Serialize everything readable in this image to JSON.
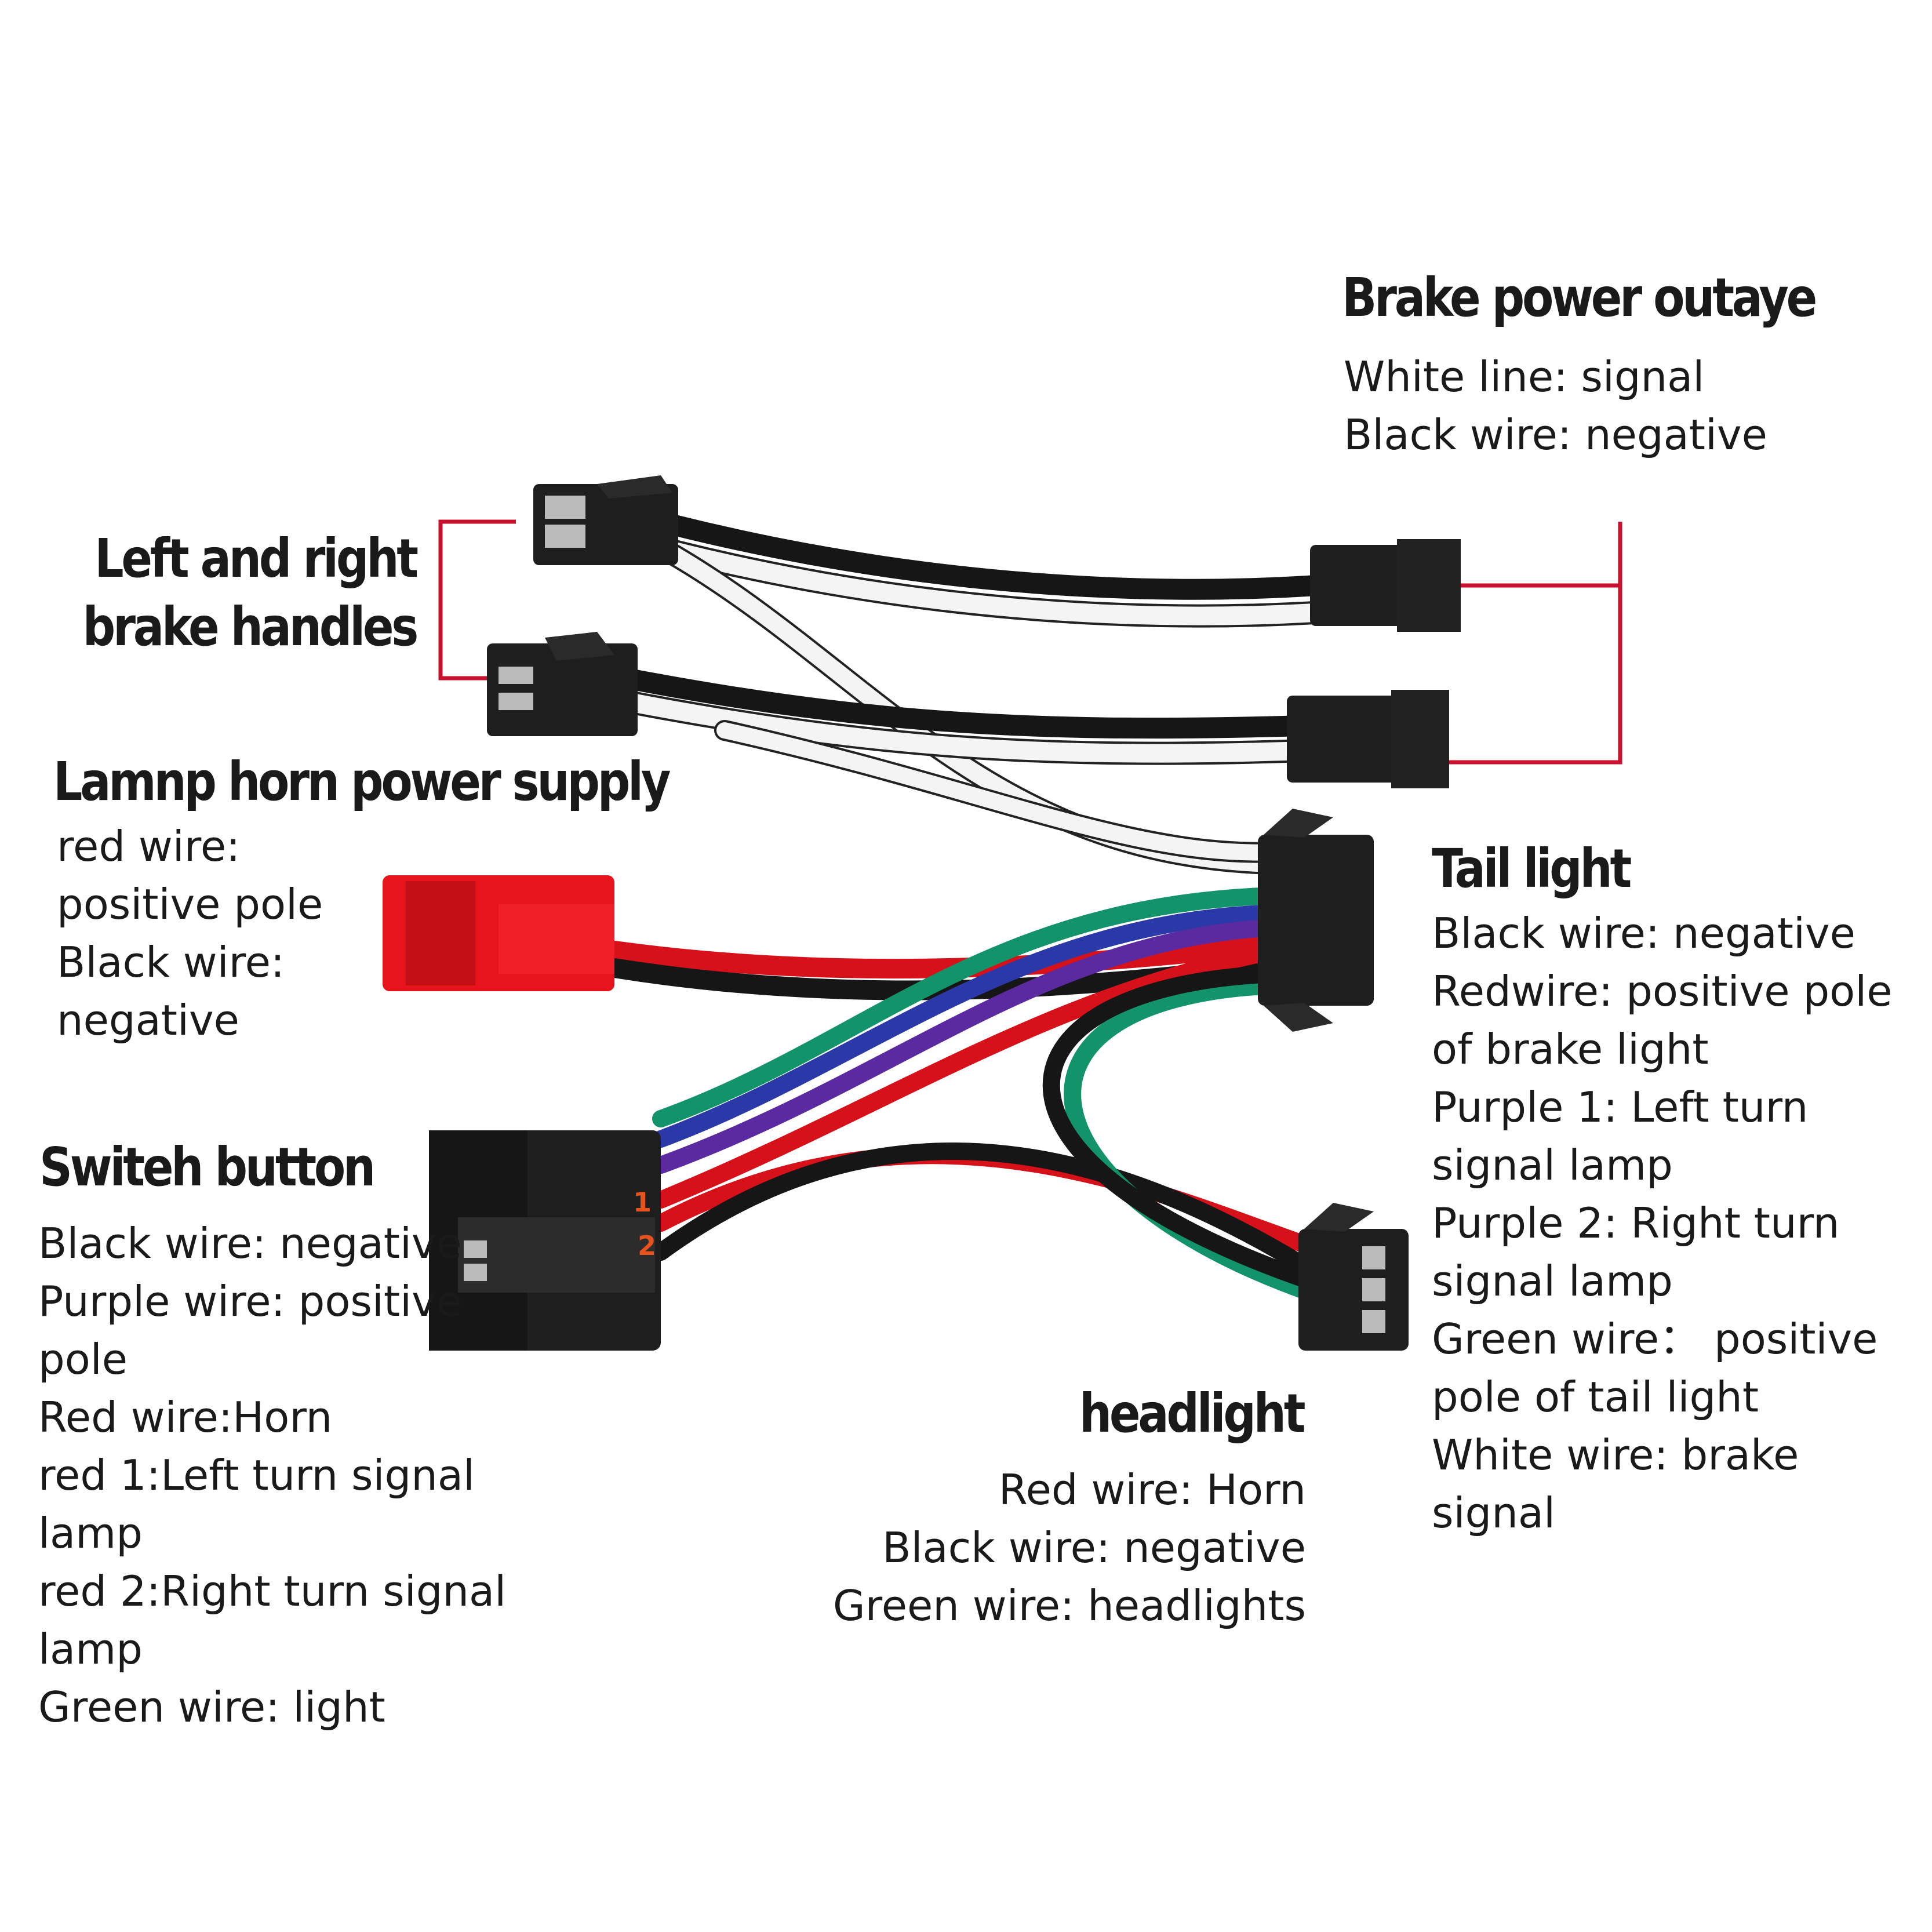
{
  "labels": {
    "brake_power": {
      "title": "Brake power outaye",
      "lines": [
        "White line: signal",
        "Black wire: negative"
      ]
    },
    "brake_handles": {
      "title_lines": [
        "Left and right",
        "brake handles"
      ]
    },
    "lamp_horn": {
      "title": "Lamnp horn power supply",
      "lines": [
        "red wire:",
        "positive pole",
        "Black wire:",
        "negative"
      ]
    },
    "switch_button": {
      "title": "Switeh button",
      "lines": [
        "Black wire: negative",
        "Purple wire: positive",
        "pole",
        "Red wire:Horn",
        "red 1:Left turn signal",
        "lamp",
        "red 2:Right turn signal",
        "lamp",
        "Green wire: light"
      ]
    },
    "tail_light": {
      "title": "Tail light",
      "lines": [
        "Black wire: negative",
        "Redwire: positive pole",
        "of brake light",
        "Purple 1: Left turn",
        "signal lamp",
        "Purple 2: Right turn",
        "signal lamp",
        "Green wire：   positive",
        "pole of tail light",
        "White wire: brake",
        "signal"
      ]
    },
    "headlight": {
      "title": "headlight",
      "lines": [
        "Red wire: Horn",
        "Black wire: negative",
        "Green wire: headlights"
      ]
    }
  },
  "pin_marks": [
    "1",
    "2"
  ],
  "colors": {
    "text": "#1a1a1a",
    "bracket": "#c8102e",
    "connector": "#1e1e1e",
    "red_connector": "#e8141b",
    "pin_mark": "#e8521c",
    "wire_black": "#161616",
    "wire_white": "#f4f4f4",
    "wire_red": "#d6111a",
    "wire_green": "#12936a",
    "wire_blue": "#2b39a8",
    "wire_purple": "#5b2aa0"
  }
}
